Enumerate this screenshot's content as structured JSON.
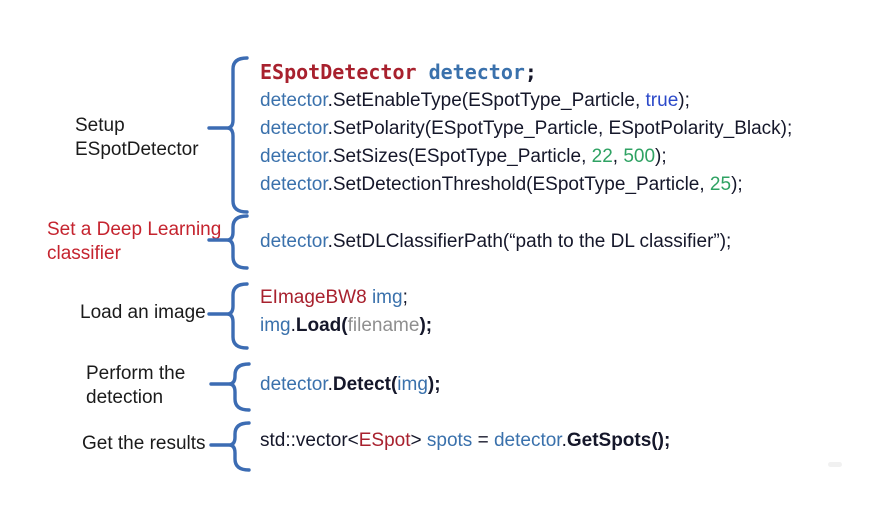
{
  "colors": {
    "background": "#ffffff",
    "brace": "#3c6cb3",
    "code_dark": "#15172a",
    "type_red": "#a8212e",
    "identifier_blue": "#3a71ac",
    "keyword_blue": "#2b49c9",
    "number_green": "#2fa263",
    "argument_gray": "#8f8f8f",
    "label_black": "#1b1b1b",
    "label_red": "#c5242f"
  },
  "labels": [
    {
      "id": "setup",
      "lines": [
        "Setup",
        "ESpotDetector"
      ],
      "color": "black"
    },
    {
      "id": "dl",
      "lines": [
        "Set a Deep Learning",
        "classifier"
      ],
      "color": "red"
    },
    {
      "id": "load",
      "lines": [
        "Load an image"
      ],
      "color": "black"
    },
    {
      "id": "perform",
      "lines": [
        "Perform the",
        "detection"
      ],
      "color": "black"
    },
    {
      "id": "results",
      "lines": [
        "Get the results"
      ],
      "color": "black"
    }
  ],
  "code_blocks": [
    {
      "id": "setup",
      "lines": [
        {
          "mono": true,
          "tokens": [
            {
              "t": "ESpotDetector",
              "c": "type"
            },
            {
              "t": " ",
              "c": "d"
            },
            {
              "t": "detector",
              "c": "id"
            },
            {
              "t": ";",
              "c": "d"
            }
          ]
        },
        {
          "tokens": [
            {
              "t": "detector",
              "c": "id"
            },
            {
              "t": ".SetEnableType(ESpotType_Particle, ",
              "c": "d"
            },
            {
              "t": "true",
              "c": "kw"
            },
            {
              "t": ");",
              "c": "d"
            }
          ]
        },
        {
          "tokens": [
            {
              "t": "detector",
              "c": "id"
            },
            {
              "t": ".SetPolarity(ESpotType_Particle, ESpotPolarity_Black);",
              "c": "d"
            }
          ]
        },
        {
          "tokens": [
            {
              "t": "detector",
              "c": "id"
            },
            {
              "t": ".SetSizes(ESpotType_Particle, ",
              "c": "d"
            },
            {
              "t": "22",
              "c": "num"
            },
            {
              "t": ", ",
              "c": "d"
            },
            {
              "t": "500",
              "c": "num"
            },
            {
              "t": ");",
              "c": "d"
            }
          ]
        },
        {
          "tokens": [
            {
              "t": "detector",
              "c": "id"
            },
            {
              "t": ".SetDetectionThreshold(ESpotType_Particle, ",
              "c": "d"
            },
            {
              "t": "25",
              "c": "num"
            },
            {
              "t": ");",
              "c": "d"
            }
          ]
        }
      ]
    },
    {
      "id": "dl-classifier",
      "lines": [
        {
          "tokens": [
            {
              "t": "detector",
              "c": "id"
            },
            {
              "t": ".SetDLClassifierPath(“path to the DL classifier”);",
              "c": "d"
            }
          ]
        }
      ]
    },
    {
      "id": "load-image",
      "lines": [
        {
          "tokens": [
            {
              "t": "EImageBW8",
              "c": "type"
            },
            {
              "t": " ",
              "c": "d"
            },
            {
              "t": "img",
              "c": "id"
            },
            {
              "t": ";",
              "c": "d"
            }
          ]
        },
        {
          "tokens": [
            {
              "t": "img",
              "c": "id"
            },
            {
              "t": ".",
              "c": "d"
            },
            {
              "t": "Load",
              "c": "b"
            },
            {
              "t": "(",
              "c": "b"
            },
            {
              "t": "filename",
              "c": "arg"
            },
            {
              "t": ");",
              "c": "b"
            }
          ]
        }
      ]
    },
    {
      "id": "detect",
      "lines": [
        {
          "tokens": [
            {
              "t": "detector",
              "c": "id"
            },
            {
              "t": ".",
              "c": "d"
            },
            {
              "t": "Detect",
              "c": "b"
            },
            {
              "t": "(",
              "c": "b"
            },
            {
              "t": "img",
              "c": "id"
            },
            {
              "t": ");",
              "c": "b"
            }
          ]
        }
      ]
    },
    {
      "id": "results",
      "lines": [
        {
          "tokens": [
            {
              "t": "std::vector<",
              "c": "d"
            },
            {
              "t": "ESpot",
              "c": "type"
            },
            {
              "t": "> ",
              "c": "d"
            },
            {
              "t": "spots",
              "c": "id"
            },
            {
              "t": " = ",
              "c": "d"
            },
            {
              "t": "detector",
              "c": "id"
            },
            {
              "t": ".",
              "c": "d"
            },
            {
              "t": "GetSpots",
              "c": "b"
            },
            {
              "t": "();",
              "c": "b"
            }
          ]
        }
      ]
    }
  ]
}
